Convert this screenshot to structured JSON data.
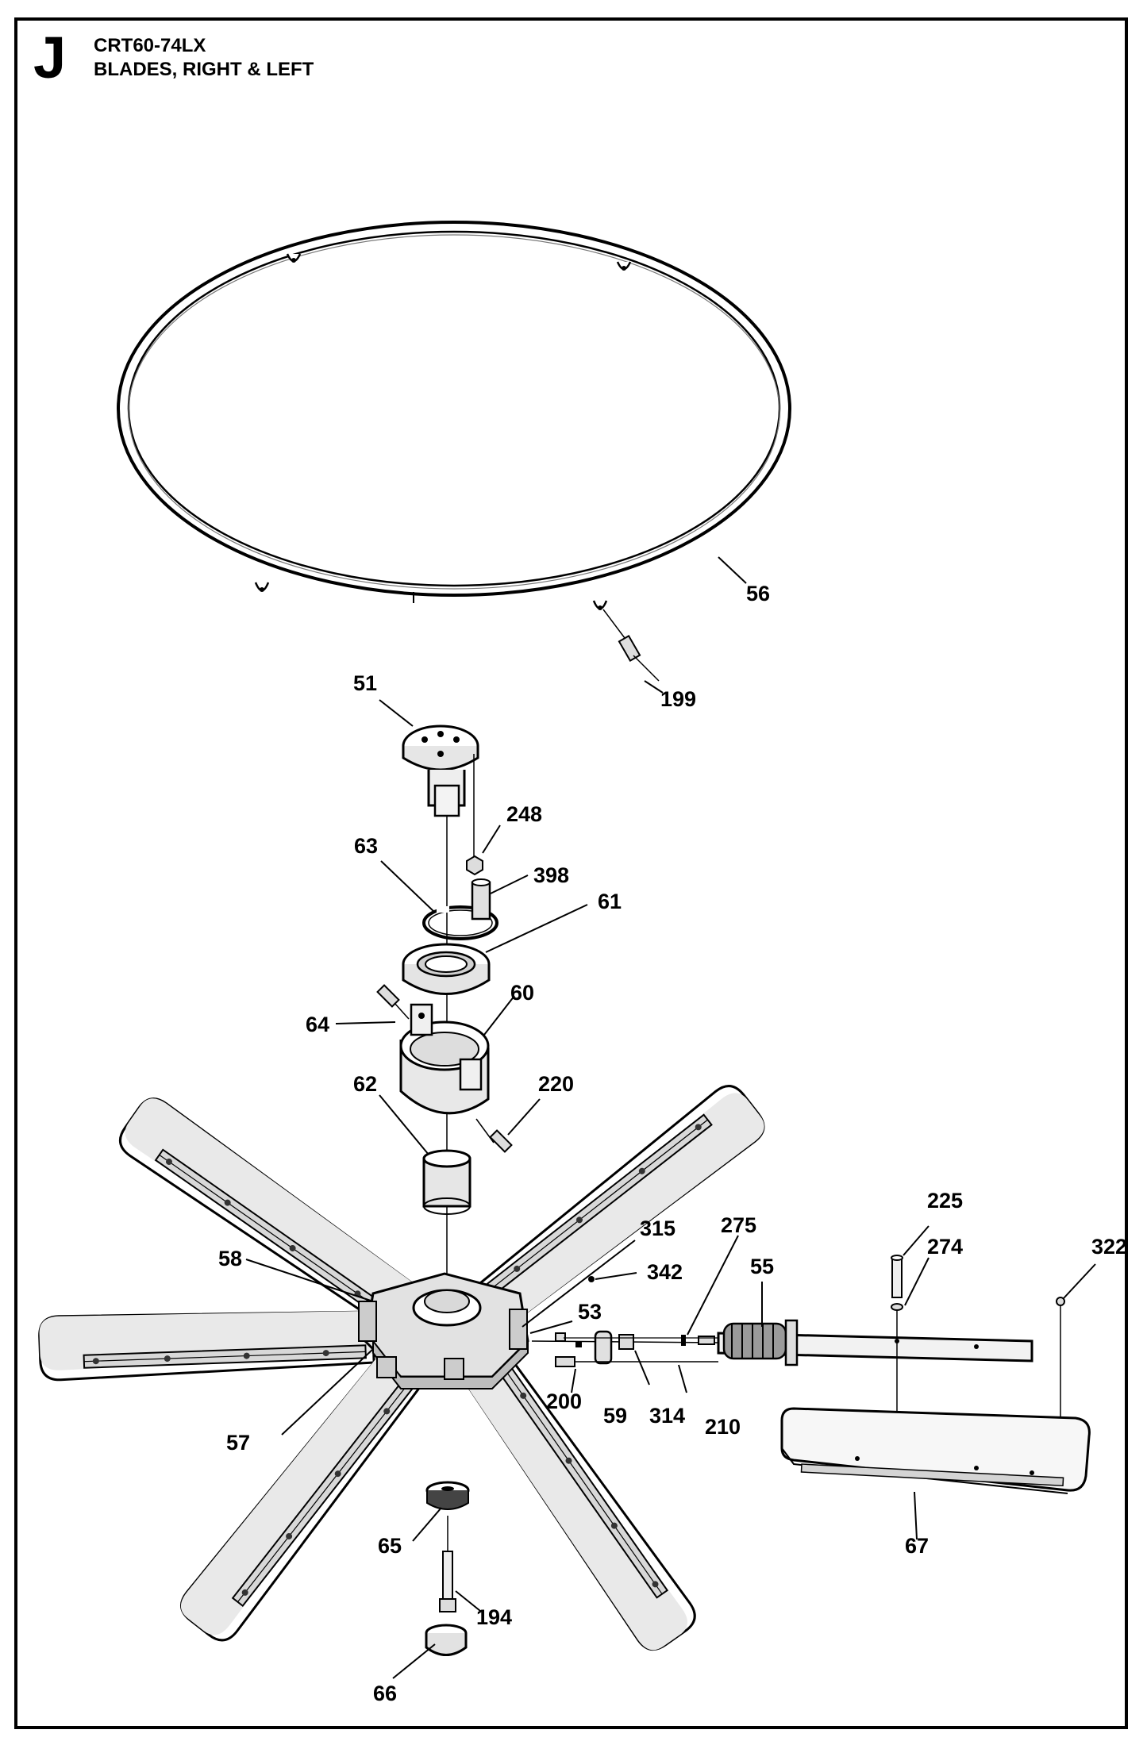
{
  "header": {
    "section_letter": "J",
    "model": "CRT60-74LX",
    "title": "BLADES, RIGHT & LEFT"
  },
  "parts": [
    {
      "id": "56",
      "label": "56"
    },
    {
      "id": "199",
      "label": "199"
    },
    {
      "id": "51",
      "label": "51"
    },
    {
      "id": "248",
      "label": "248"
    },
    {
      "id": "63",
      "label": "63"
    },
    {
      "id": "398",
      "label": "398"
    },
    {
      "id": "61",
      "label": "61"
    },
    {
      "id": "60",
      "label": "60"
    },
    {
      "id": "64",
      "label": "64"
    },
    {
      "id": "220",
      "label": "220"
    },
    {
      "id": "62",
      "label": "62"
    },
    {
      "id": "315",
      "label": "315"
    },
    {
      "id": "275",
      "label": "275"
    },
    {
      "id": "225",
      "label": "225"
    },
    {
      "id": "274",
      "label": "274"
    },
    {
      "id": "322",
      "label": "322"
    },
    {
      "id": "58",
      "label": "58"
    },
    {
      "id": "342",
      "label": "342"
    },
    {
      "id": "55",
      "label": "55"
    },
    {
      "id": "53",
      "label": "53"
    },
    {
      "id": "200",
      "label": "200"
    },
    {
      "id": "59",
      "label": "59"
    },
    {
      "id": "314",
      "label": "314"
    },
    {
      "id": "210",
      "label": "210"
    },
    {
      "id": "57",
      "label": "57"
    },
    {
      "id": "65",
      "label": "65"
    },
    {
      "id": "67",
      "label": "67"
    },
    {
      "id": "194",
      "label": "194"
    },
    {
      "id": "66",
      "label": "66"
    }
  ]
}
